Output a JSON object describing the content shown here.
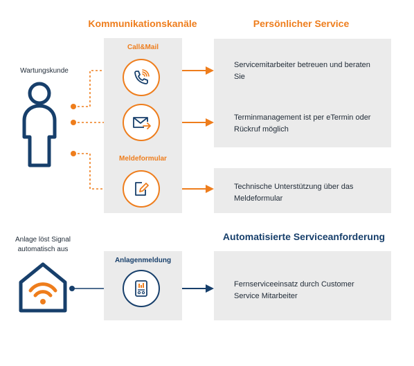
{
  "headings": {
    "channels": "Kommunikationskanäle",
    "personal_service": "Persönlicher Service",
    "automated_request": "Automatisierte Serviceanforderung"
  },
  "actors": {
    "customer_label": "Wartungskunde",
    "system_label": "Anlage löst Signal automatisch aus"
  },
  "channels": {
    "call_mail_label": "Call&Mail",
    "report_form_label": "Meldeformular",
    "system_report_label": "Anlagenmeldung"
  },
  "services": [
    {
      "text": "Servicemitarbeiter betreuen und beraten Sie"
    },
    {
      "text": "Terminmanagement ist per eTermin oder Rückruf möglich"
    },
    {
      "text": "Technische Unterstützung über das Meldeformular"
    },
    {
      "text": "Fernserviceeinsatz durch Customer Service Mitarbeiter"
    }
  ],
  "colors": {
    "orange": "#ee7d1c",
    "navy": "#173f6b",
    "panel_gray": "#ebebeb"
  },
  "icons": [
    "person-icon",
    "phone-icon",
    "mail-icon",
    "form-edit-icon",
    "house-wifi-icon",
    "device-icon",
    "arrow-icon"
  ]
}
